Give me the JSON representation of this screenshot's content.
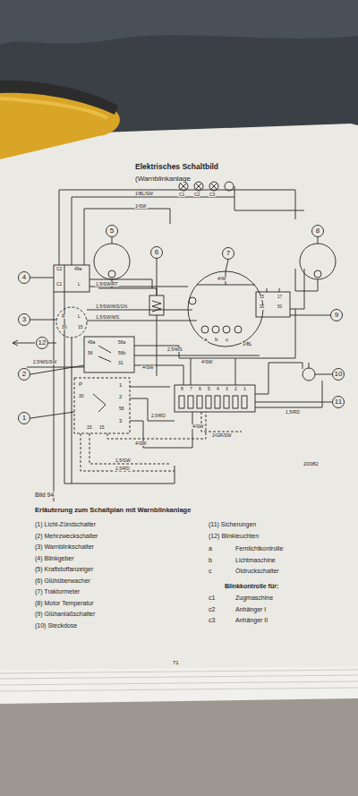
{
  "diagram": {
    "title": "Elektrisches Schaltbild",
    "caption": "Bild 94",
    "nodes": [
      {
        "text": [
          "5"
        ]
      },
      {
        "text": [
          "8"
        ]
      },
      {
        "text": [
          "6"
        ]
      },
      {
        "text": [
          "7"
        ]
      },
      {
        "text": [
          "4"
        ]
      },
      {
        "text": [
          "9"
        ]
      },
      {
        "text": [
          "3"
        ]
      },
      {
        "text": [
          "12"
        ]
      },
      {
        "text": [
          "2"
        ]
      },
      {
        "text": [
          "10"
        ]
      },
      {
        "text": [
          "11"
        ]
      },
      {
        "text": [
          "1"
        ]
      }
    ],
    "labels": [
      "(Warnblinkanlage",
      "1²BL/SW",
      "1²SW",
      "C1",
      "C2",
      "C3",
      "C2",
      "49a",
      "C1",
      "L",
      "1,5²SW/RT",
      "1,5²SW/WS/GN",
      "1,5²SW/WS",
      "R",
      "L",
      "30",
      "15",
      "49a",
      "56",
      "56a",
      "56b",
      "31",
      "2,5²WS/SW",
      "P",
      "30",
      "1",
      "2",
      "58",
      "3",
      "15",
      "15",
      "4²SW",
      "2,5²WS",
      "4²SW",
      "1²BL",
      "4²W",
      "a",
      "b",
      "c",
      "15",
      "30",
      "17",
      "50",
      "8",
      "7",
      "6",
      "5",
      "4",
      "3",
      "2",
      "1",
      "2,5²RD",
      "4²SW",
      "1²GR/SW",
      "1,5²RD",
      "4²SW",
      "1,5²SW",
      "2,5²RD",
      "20082",
      "Erläuterung zum Schaltplan mit Warnblinkanlage",
      "(1) Licht-Zündschalter",
      "(2) Mehrzweckschalter",
      "(3) Warnblinkschalter",
      "(4) Blinkgeber",
      "(5) Kraftstoffanzeiger",
      "(6) Glühüberwacher",
      "(7) Traktormeter",
      "(8) Motor Temperatur",
      "(9) Glühanlaßschalter",
      "(10) Steckdose",
      "(11) Sicherungen",
      "(12) Blinkleuchten",
      "a",
      "Fernlichtkontrolle",
      "b",
      "Lichtmaschine",
      "c",
      "Öldruckschalter",
      "Blinkkontrolle für:",
      "c1",
      "Zugmaschine",
      "c2",
      "Anhänger I",
      "c3",
      "Anhänger II",
      "71"
    ]
  }
}
